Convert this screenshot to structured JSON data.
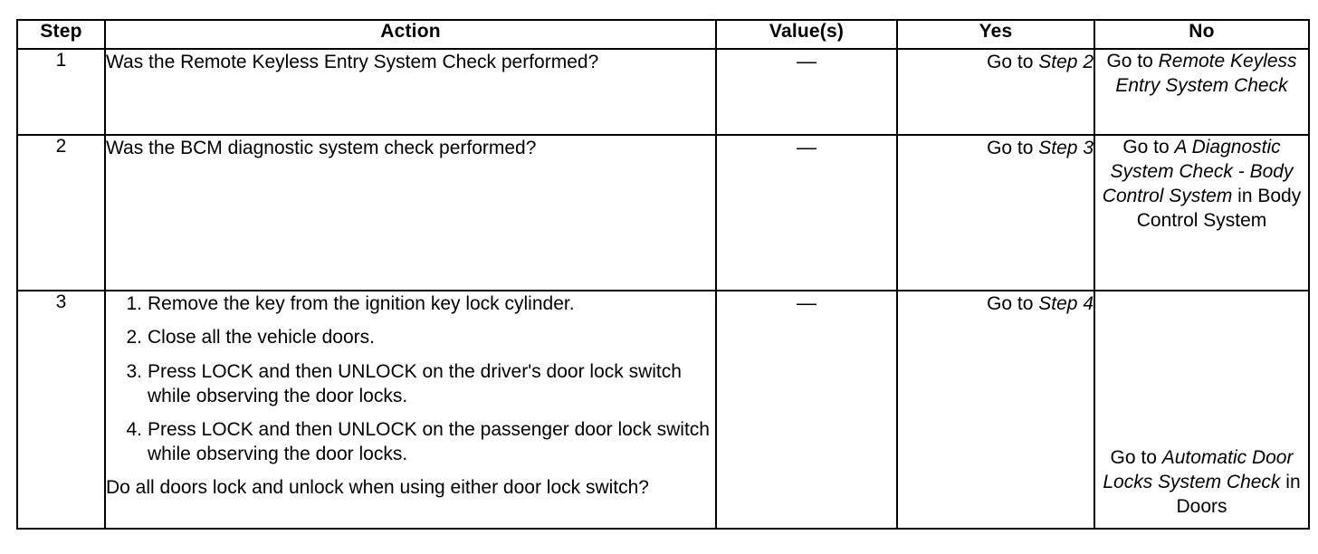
{
  "table": {
    "columns": [
      {
        "key": "step",
        "label": "Step"
      },
      {
        "key": "action",
        "label": "Action"
      },
      {
        "key": "value",
        "label": "Value(s)"
      },
      {
        "key": "yes",
        "label": "Yes"
      },
      {
        "key": "no",
        "label": "No"
      }
    ],
    "rows": [
      {
        "step": "1",
        "action": "Was the Remote Keyless Entry System Check performed?",
        "value": "—",
        "yes_prefix": "Go to ",
        "yes_ref": "Step 2",
        "yes_suffix": "",
        "no_prefix": "Go to ",
        "no_ref": "Remote Keyless Entry System Check",
        "no_suffix": ""
      },
      {
        "step": "2",
        "action": "Was the BCM diagnostic system check performed?",
        "value": "—",
        "yes_prefix": "Go to ",
        "yes_ref": "Step 3",
        "yes_suffix": "",
        "no_prefix": "Go to ",
        "no_ref": "A Diagnostic System Check - Body Control System",
        "no_suffix": " in Body Control System"
      },
      {
        "step": "3",
        "action_list": [
          "Remove the key from the ignition key lock cylinder.",
          "Close all the vehicle doors.",
          "Press LOCK and then UNLOCK on the driver's door lock switch while observing the door locks.",
          "Press LOCK and then UNLOCK on the passenger door lock switch while observing the door locks."
        ],
        "action_question": "Do all doors lock and unlock when using either door lock switch?",
        "value": "—",
        "yes_prefix": "Go to ",
        "yes_ref": "Step 4",
        "yes_suffix": "",
        "no_prefix": "Go to ",
        "no_ref": "Automatic Door Locks System Check",
        "no_suffix": " in Doors"
      }
    ]
  },
  "colors": {
    "border": "#000000",
    "text": "#000000",
    "background": "#ffffff"
  }
}
